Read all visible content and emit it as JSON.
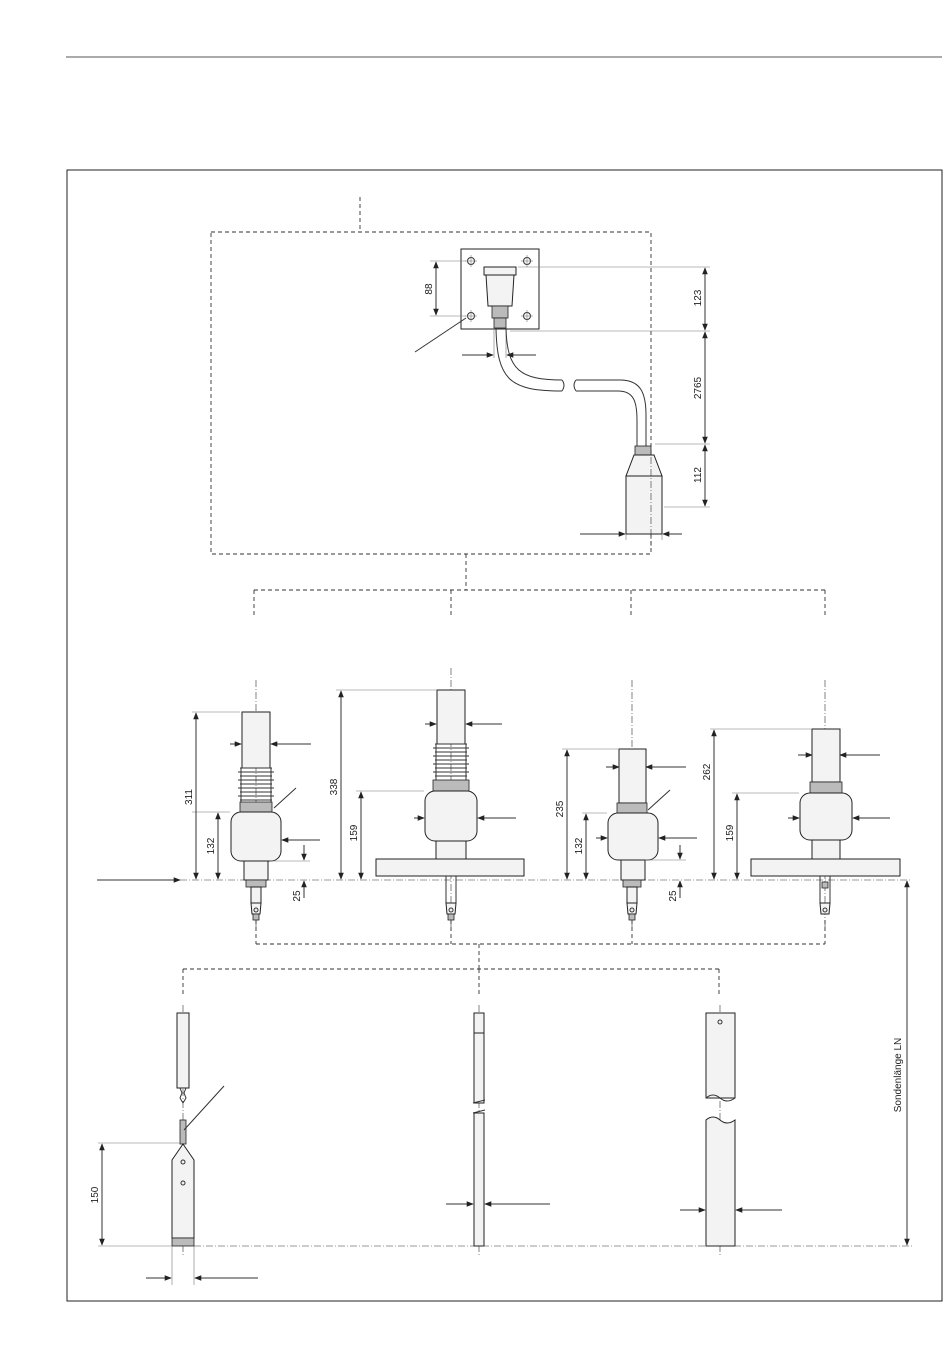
{
  "dimensions": {
    "bracket_hole_spacing": "88",
    "remote_housing_height": "123",
    "cable_length": "2765",
    "sensor_head_height": "112",
    "compact_thread_total": "311",
    "compact_thread_body": "132",
    "compact_thread_thread": "25",
    "compact_flange_total": "338",
    "compact_flange_body": "159",
    "small_thread_total": "235",
    "small_thread_body": "132",
    "small_thread_thread": "25",
    "small_flange_total": "262",
    "small_flange_body": "159",
    "rope_weight_length": "150"
  },
  "labels": {
    "probe_length": "Sondenlänge LN"
  }
}
